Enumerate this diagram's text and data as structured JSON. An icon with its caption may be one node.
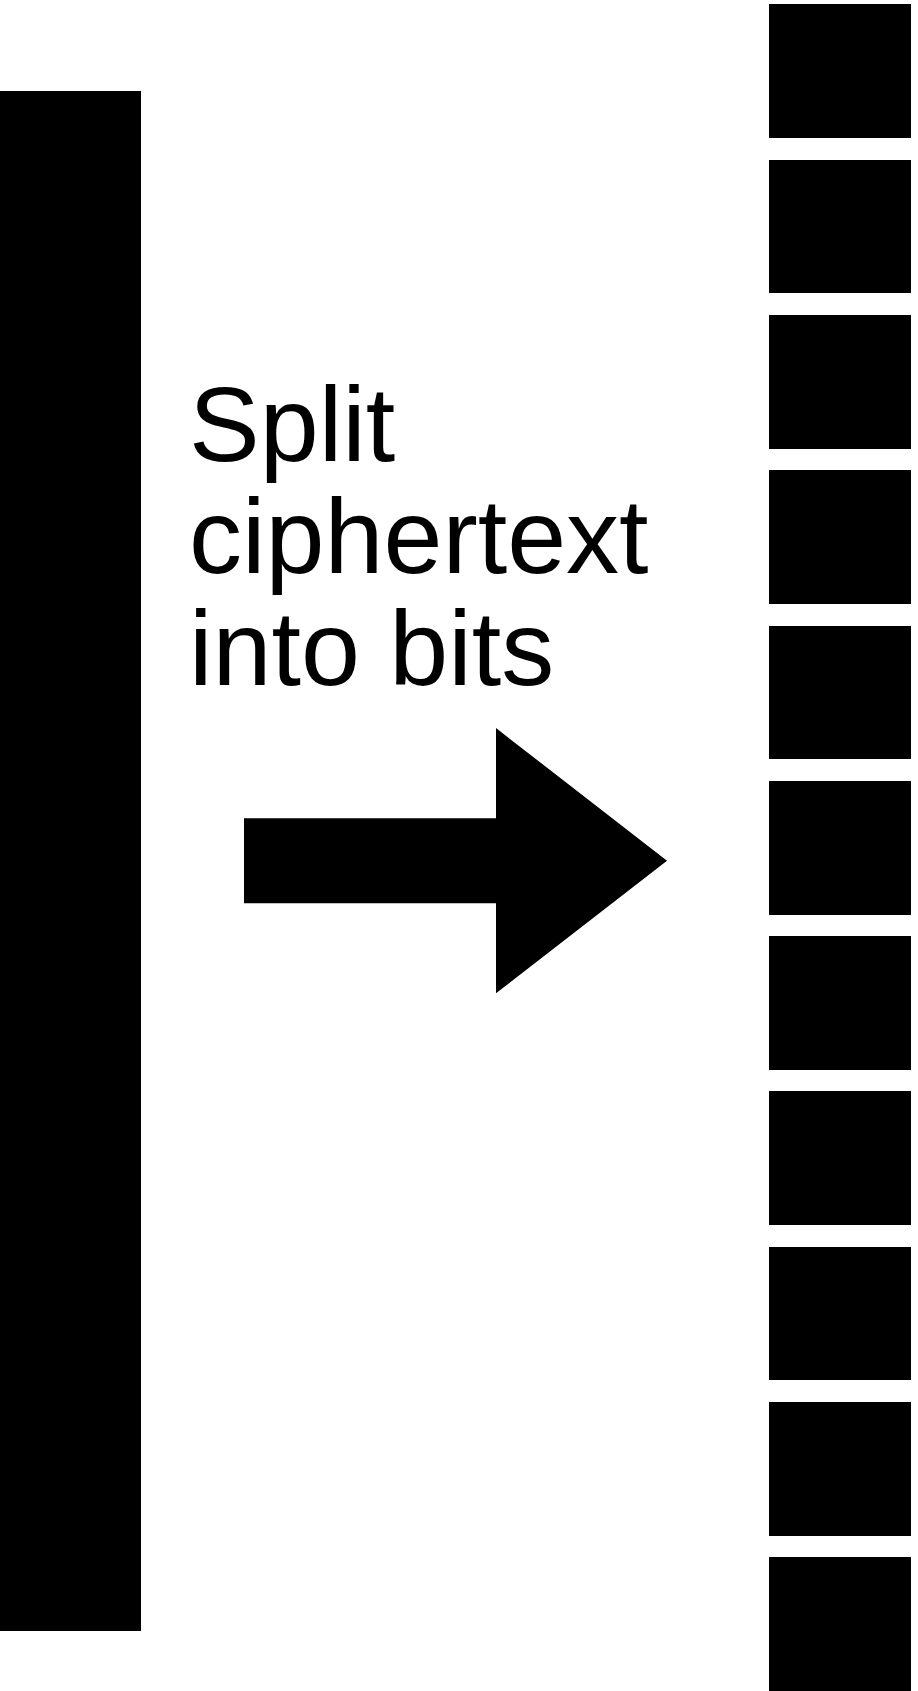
{
  "diagram": {
    "nodes": [
      {
        "text": [],
        "shape": "box"
      },
      {
        "text": [],
        "shape": "box"
      },
      {
        "text": [],
        "shape": "box"
      },
      {
        "text": [],
        "shape": "box"
      },
      {
        "text": [],
        "shape": "box"
      },
      {
        "text": [],
        "shape": "box"
      },
      {
        "text": [],
        "shape": "box"
      },
      {
        "text": [],
        "shape": "box"
      },
      {
        "text": [],
        "shape": "box"
      },
      {
        "text": [],
        "shape": "box"
      },
      {
        "text": [],
        "shape": "box"
      },
      {
        "text": [],
        "shape": "box"
      }
    ],
    "edges": [
      {
        "from": 0,
        "to": 6,
        "arrow": "to",
        "label": "Split ciphertext into bits",
        "style": "thick"
      }
    ]
  }
}
